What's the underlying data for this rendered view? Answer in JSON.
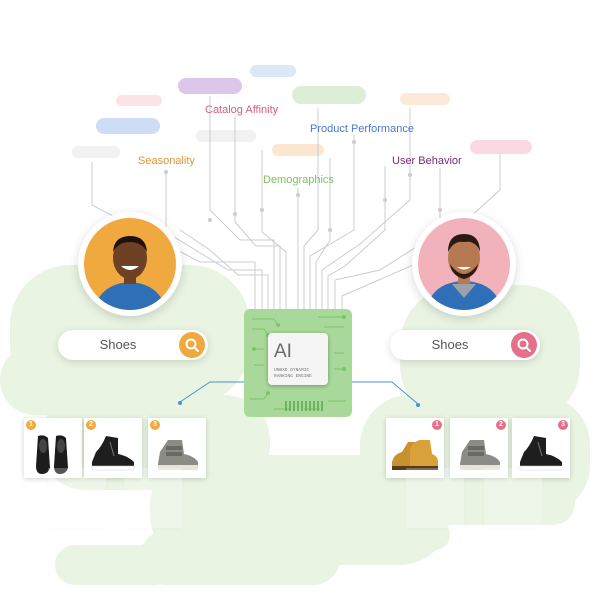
{
  "colors": {
    "blob_green": "#e9f4e2",
    "chip_green": "#a8d89a",
    "chip_trace": "#7cc36b",
    "line_grey": "#c9ccd2",
    "connector_blue": "#4a90d9",
    "search_orange": "#f0a93e",
    "search_pink": "#e5708b"
  },
  "factors": [
    {
      "label": "Catalog Affinity",
      "color": "#d65c8a"
    },
    {
      "label": "Product Performance",
      "color": "#4a78d0"
    },
    {
      "label": "Seasonality",
      "color": "#e0953a"
    },
    {
      "label": "Demographics",
      "color": "#7fbf5e"
    },
    {
      "label": "User Behavior",
      "color": "#7a2a7a"
    }
  ],
  "decor_pills": [
    "#dcc7ea",
    "#dce8f7",
    "#fbe3e8",
    "#cfdcf6",
    "#f1f1f1",
    "#dcefd6",
    "#fbe6d0",
    "#fde9d8",
    "#f1f1f1",
    "#fbd9e3"
  ],
  "chip": {
    "label": "AI",
    "caption": "UNBXD DYNAMIC RANKING ENGINE"
  },
  "users": [
    {
      "name": "user-left",
      "bg": "#f0a93e",
      "skin": "#6e4024",
      "shirt": "#2f6fb8"
    },
    {
      "name": "user-right",
      "bg": "#f2b2bb",
      "skin": "#b67a52",
      "shirt": "#2f6fb8"
    }
  ],
  "searches": [
    {
      "query": "Shoes",
      "button_color": "#f0a93e",
      "icon": "search-icon"
    },
    {
      "query": "Shoes",
      "button_color": "#e5708b",
      "icon": "search-icon"
    }
  ],
  "results_left": [
    {
      "rank": "1",
      "item": "black slip-on shoes"
    },
    {
      "rank": "2",
      "item": "black high-top sneaker"
    },
    {
      "rank": "3",
      "item": "grey velcro sneaker"
    }
  ],
  "results_right": [
    {
      "rank": "1",
      "item": "tan work boots"
    },
    {
      "rank": "2",
      "item": "grey velcro sneaker"
    },
    {
      "rank": "3",
      "item": "black high-top sneaker"
    }
  ],
  "badge_colors": {
    "left": "#f0a93e",
    "right": "#e5708b"
  }
}
